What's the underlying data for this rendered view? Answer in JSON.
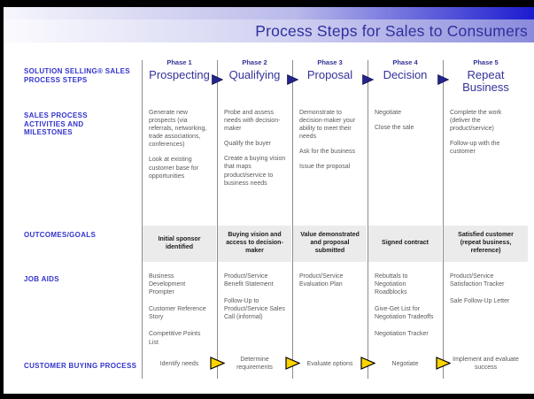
{
  "title": "Process Steps for Sales to Consumers",
  "row_labels": {
    "process_steps": "SOLUTION SELLING® SALES PROCESS STEPS",
    "activities": "SALES PROCESS ACTIVITIES AND MILESTONES",
    "outcomes": "OUTCOMES/GOALS",
    "job_aids": "JOB AIDS",
    "buying_process": "CUSTOMER BUYING PROCESS"
  },
  "phases": [
    {
      "phase_label": "Phase 1",
      "name": "Prospecting",
      "activities": [
        "Generate new prospects (via referrals, networking, trade associations, conferences)",
        "Look at existing customer base for opportunities"
      ],
      "outcome": "Initial sponsor identified",
      "job_aids": [
        "Business Development Prompter",
        "Customer Reference Story",
        "Competitive Points List"
      ],
      "buying_step": "Identify needs"
    },
    {
      "phase_label": "Phase 2",
      "name": "Qualifying",
      "activities": [
        "Probe and assess needs with decision-maker",
        "Qualify the buyer",
        "Create a buying vision that maps product/service to business needs"
      ],
      "outcome": "Buying vision and access to decision-maker",
      "job_aids": [
        "Product/Service Benefit Statement",
        "Follow-Up to Product/Service Sales Call (informal)"
      ],
      "buying_step": "Determine requirements"
    },
    {
      "phase_label": "Phase 3",
      "name": "Proposal",
      "activities": [
        "Demonstrate to decision-maker your ability to meet their needs",
        "Ask for the business",
        "Issue the proposal"
      ],
      "outcome": "Value demonstrated and proposal submitted",
      "job_aids": [
        "Product/Service Evaluation Plan"
      ],
      "buying_step": "Evaluate options"
    },
    {
      "phase_label": "Phase 4",
      "name": "Decision",
      "activities": [
        "Negotiate",
        "Close the sale"
      ],
      "outcome": "Signed contract",
      "job_aids": [
        "Rebuttals to Negotiation Roadblocks",
        "Give-Get List for Negotiation Tradeoffs",
        "Negotiation Tracker"
      ],
      "buying_step": "Negotiate"
    },
    {
      "phase_label": "Phase 5",
      "name": "Repeat Business",
      "activities": [
        "Complete the work (deliver the product/service)",
        "Follow-up with the customer"
      ],
      "outcome": "Satisfied customer (repeat business, reference)",
      "job_aids": [
        "Product/Service Satisfaction Tracker",
        "Sale Follow-Up Letter"
      ],
      "buying_step": "Implement and evaluate success"
    }
  ],
  "colors": {
    "label_blue": "#3333cc",
    "navy": "#333399",
    "phase_arrow": "#24248c",
    "buying_arrow": "#ffd400",
    "outcome_bg": "#ebebeb",
    "header_bar_blue": "#1b1bd0",
    "title_bar_blue": "#8a8adc"
  }
}
